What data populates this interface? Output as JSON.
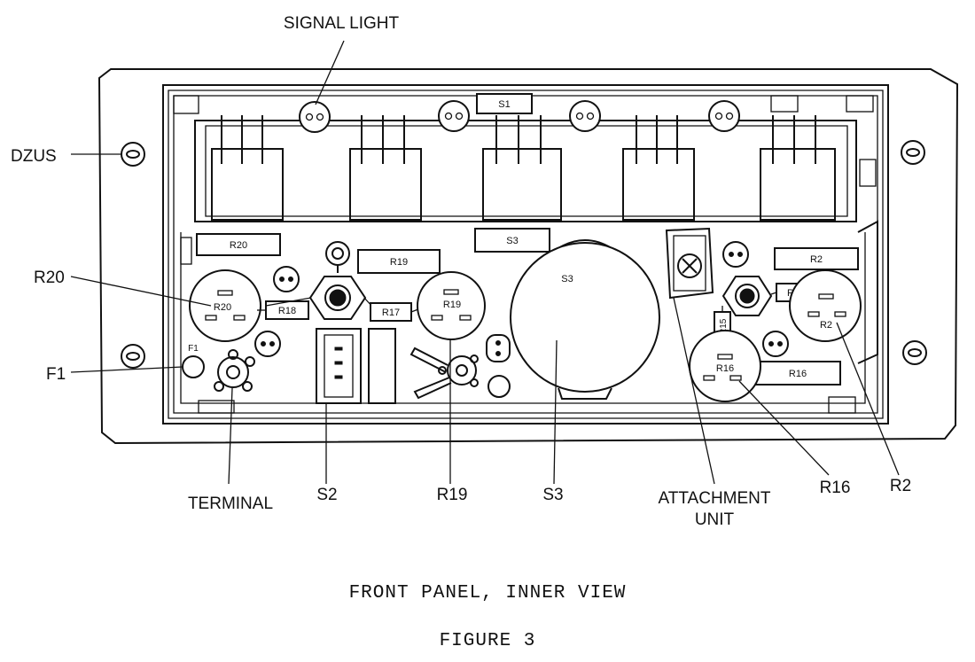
{
  "callouts": {
    "signal_light": "SIGNAL LIGHT",
    "dzus": "DZUS",
    "r20": "R20",
    "f1": "F1",
    "terminal": "TERMINAL",
    "s2": "S2",
    "r19": "R19",
    "s3": "S3",
    "attachment_unit_line1": "ATTACHMENT",
    "attachment_unit_line2": "UNIT",
    "r16": "R16",
    "r2": "R2"
  },
  "parts": {
    "s1": "S1",
    "r20_label": "R20",
    "s3_label": "S3",
    "r19_label": "R19",
    "r2_label": "R2",
    "r20_pot": "R20",
    "r18": "R18",
    "r17": "R17",
    "r19_pot": "R19",
    "s3_switch": "S3",
    "r1": "R1",
    "r2_pot": "R2",
    "r15": "R15",
    "r16_pot": "R16",
    "r16_label": "R16",
    "f1_small": "F1"
  },
  "caption": {
    "title": "FRONT PANEL, INNER VIEW",
    "figure": "FIGURE 3"
  }
}
